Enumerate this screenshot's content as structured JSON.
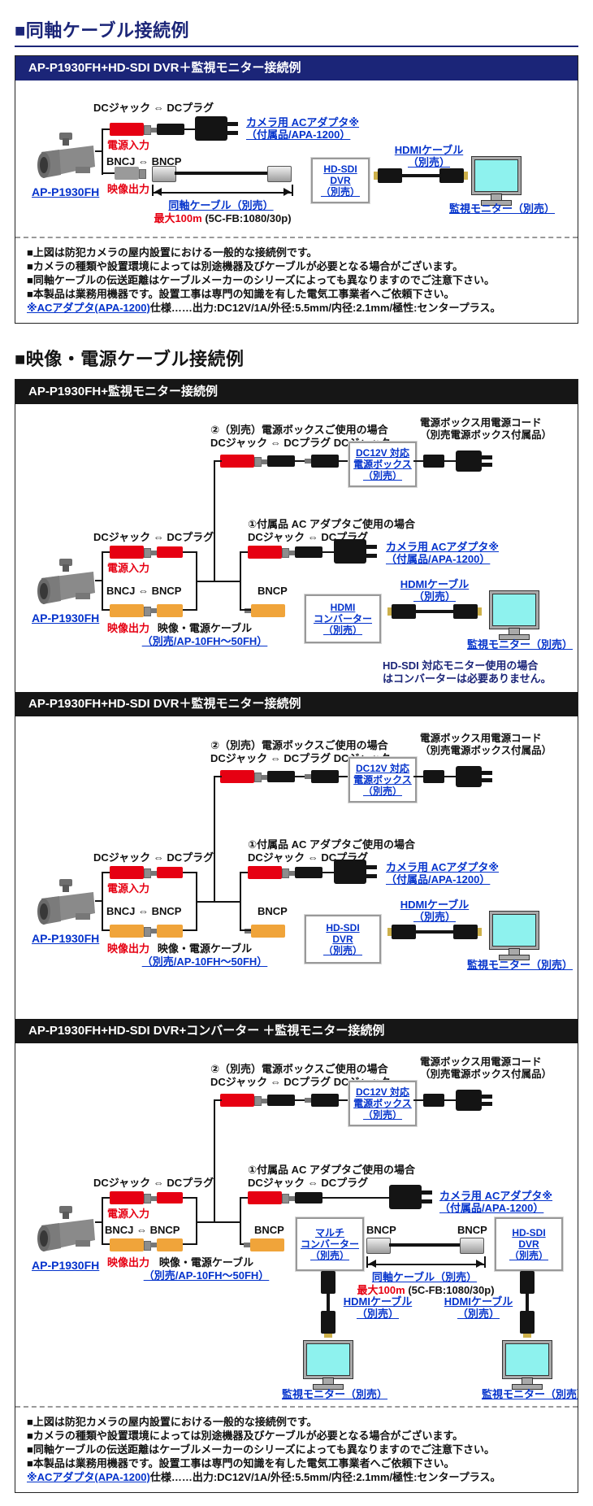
{
  "page": {
    "title1": "■同軸ケーブル接続例",
    "title2": "■映像・電源ケーブル接続例"
  },
  "colors": {
    "navy_bar": "#1b2578",
    "black_bar": "#161616",
    "link_blue": "#0433cc",
    "alert_red": "#e60012",
    "bnc_yellow": "#f0a43a",
    "screen_cyan": "#8ef2ee"
  },
  "sections": {
    "s1": {
      "header": "AP-P1930FH+HD-SDI DVR＋監視モニター接続例"
    },
    "s2": {
      "header": "AP-P1930FH+監視モニター接続例"
    },
    "s3": {
      "header": "AP-P1930FH+HD-SDI DVR＋監視モニター接続例"
    },
    "s4": {
      "header": "AP-P1930FH+HD-SDI DVR+コンバーター ＋監視モニター接続例"
    }
  },
  "labels": {
    "dc_jack_plug": "DCジャック ⇔ DCプラグ",
    "dc_jack_plug_jack": "DCジャック ⇔ DCプラグ DCジャック",
    "power_input": "電源入力",
    "video_output": "映像出力",
    "bncj_bncp": "BNCJ ⇔ BNCP",
    "bncp": "BNCP",
    "camera_model": "AP-P1930FH",
    "ac_adapter_line1": "カメラ用 ACアダプタ※",
    "ac_adapter_line2": "（付属品/APA-1200）",
    "coax_cable": "同軸ケーブル（別売）",
    "coax_max": "最大100m",
    "coax_spec": "(5C-FB:1080/30p)",
    "hdmi_cable_line1": "HDMIケーブル",
    "hdmi_cable_line2": "（別売）",
    "monitor": "監視モニター（別売）",
    "case2_title": "②（別売）電源ボックスご使用の場合",
    "case1_title": "①付属品 AC アダプタご使用の場合",
    "power_cord_line1": "電源ボックス用電源コード",
    "power_cord_line2": "（別売電源ボックス付属品）",
    "power_box_line1": "DC12V 対応",
    "power_box_line2": "電源ボックス",
    "power_box_line3": "（別売）",
    "av_cable_line1": "映像・電源ケーブル",
    "av_cable_line2": "（別売/AP-10FH～50FH）",
    "hdsdi_dvr_line1": "HD-SDI",
    "hdsdi_dvr_line2": "DVR",
    "hdsdi_dvr_line3": "（別売）",
    "hdmi_conv_line1": "HDMI",
    "hdmi_conv_line2": "コンバーター",
    "hdmi_conv_line3": "（別売）",
    "multi_conv_line1": "マルチ",
    "multi_conv_line2": "コンバーター",
    "multi_conv_line3": "（別売）",
    "conv_note_line1": "HD-SDI 対応モニター使用の場合",
    "conv_note_line2": "はコンバーターは必要ありません。"
  },
  "notes": {
    "lines": [
      "■上図は防犯カメラの屋内設置における一般的な接続例です。",
      "■カメラの種類や設置環境によっては別途機器及びケーブルが必要となる場合がございます。",
      "■同軸ケーブルの伝送距離はケーブルメーカーのシリーズによっても異なりますのでご注意下さい。",
      "■本製品は業務用機器です。設置工事は専門の知識を有した電気工事業者へご依頼下さい。"
    ],
    "ac_spec_link": "※ACアダプタ(APA-1200)",
    "ac_spec_rest": "仕様……出力:DC12V/1A/外径:5.5mm/内径:2.1mm/極性:センタープラス。"
  }
}
